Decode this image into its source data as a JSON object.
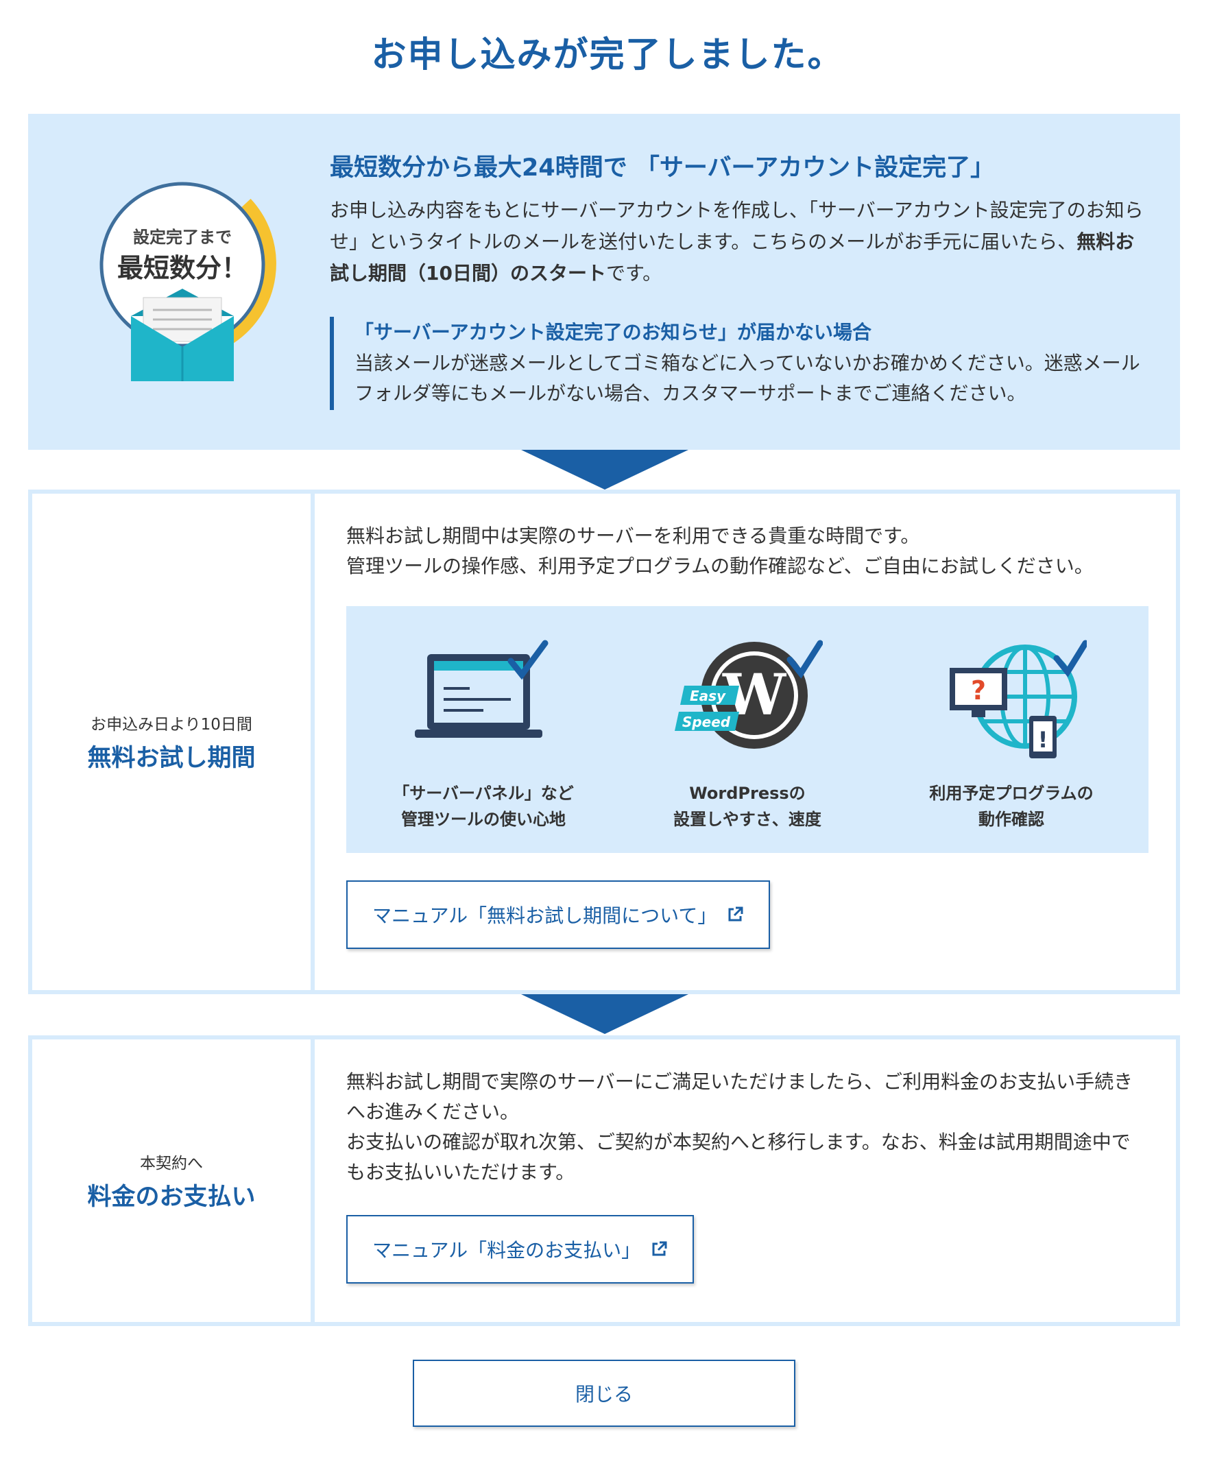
{
  "page_title": "お申し込みが完了しました。",
  "intro": {
    "illustration": {
      "badge_small": "設定完了まで",
      "badge_large": "最短数分！",
      "icon": "envelope-badge-icon"
    },
    "heading": "最短数分から最大24時間で 「サーバーアカウント設定完了」",
    "text_plain_1": "お申し込み内容をもとにサーバーアカウントを作成し、「サーバーアカウント設定完了のお知らせ」というタイトルのメールを送付いたします。こちらのメールがお手元に届いたら、",
    "text_bold": "無料お試し期間（10日間）のスタート",
    "text_plain_2": "です。",
    "notice_title": "「サーバーアカウント設定完了のお知らせ」が届かない場合",
    "notice_text": "当該メールが迷惑メールとしてゴミ箱などに入っていないかお確かめください。迷惑メールフォルダ等にもメールがない場合、カスタマーサポートまでご連絡ください。"
  },
  "trial": {
    "sub_label": "お申込み日より10日間",
    "main_label": "無料お試し期間",
    "text_line_1": "無料お試し期間中は実際のサーバーを利用できる貴重な時間です。",
    "text_line_2": "管理ツールの操作感、利用予定プログラムの動作確認など、ご自由にお試しください。",
    "features": [
      {
        "icon": "laptop-check-icon",
        "line_1": "「サーバーパネル」など",
        "line_2": "管理ツールの使い心地"
      },
      {
        "icon": "wordpress-check-icon",
        "tag_1": "Easy",
        "tag_2": "Speed",
        "line_1": "WordPressの",
        "line_2": "設置しやすさ、速度"
      },
      {
        "icon": "globe-check-icon",
        "line_1": "利用予定プログラムの",
        "line_2": "動作確認"
      }
    ],
    "manual_button": "マニュアル「無料お試し期間について」"
  },
  "payment": {
    "sub_label": "本契約へ",
    "main_label": "料金のお支払い",
    "text": "無料お試し期間で実際のサーバーにご満足いただけましたら、ご利用料金のお支払い手続きへお進みください。",
    "text_2": "お支払いの確認が取れ次第、ご契約が本契約へと移行します。なお、料金は試用期間途中でもお支払いいただけます。",
    "manual_button": "マニュアル「料金のお支払い」"
  },
  "close_button": "閉じる",
  "colors": {
    "accent": "#1a5fa5",
    "panel": "#d7ebfc",
    "teal": "#1fb5c9",
    "yellow": "#f6c22f"
  }
}
